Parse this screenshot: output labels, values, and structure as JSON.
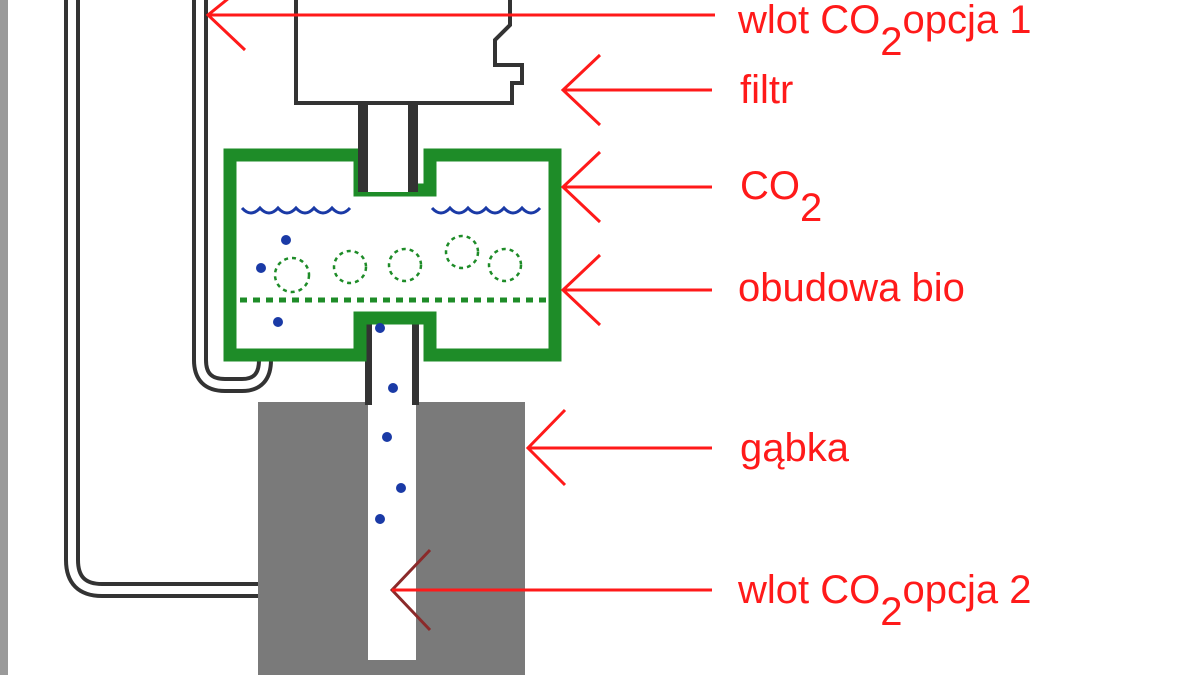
{
  "labels": {
    "co2_inlet_1": {
      "prefix": "wlot CO",
      "sub": "2",
      "suffix": "opcja 1"
    },
    "filter": "filtr",
    "co2": {
      "prefix": "CO",
      "sub": "2"
    },
    "bio_housing": "obudowa bio",
    "sponge": "gąbka",
    "co2_inlet_2": {
      "prefix": "wlot CO",
      "sub": "2",
      "suffix": "opcja 2"
    }
  },
  "colors": {
    "label_red": "#ff1a1a",
    "arrow_dark_red": "#8b2a2a",
    "bio_green": "#1e8c28",
    "bubble_blue": "#1a3aa6",
    "sponge_gray": "#7a7a7a",
    "tube_gray": "#333333"
  }
}
